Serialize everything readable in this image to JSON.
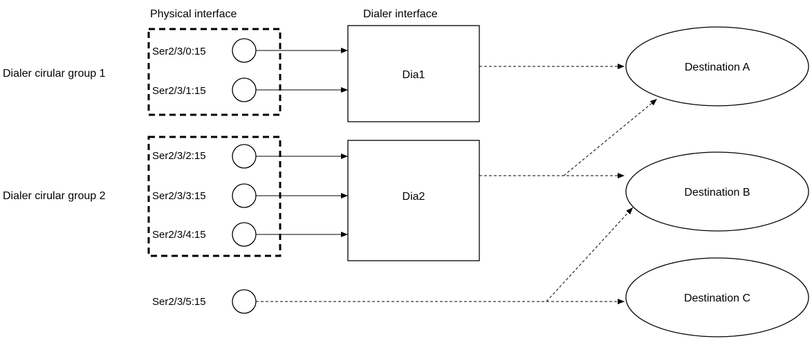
{
  "headers": {
    "physical": "Physical interface",
    "dialer": "Dialer interface"
  },
  "groups": [
    {
      "label": "Dialer cirular group 1"
    },
    {
      "label": "Dialer cirular group 2"
    }
  ],
  "ports": [
    {
      "label": "Ser2/3/0:15"
    },
    {
      "label": "Ser2/3/1:15"
    },
    {
      "label": "Ser2/3/2:15"
    },
    {
      "label": "Ser2/3/3:15"
    },
    {
      "label": "Ser2/3/4:15"
    },
    {
      "label": "Ser2/3/5:15"
    }
  ],
  "dialers": [
    {
      "label": "Dia1"
    },
    {
      "label": "Dia2"
    }
  ],
  "destinations": [
    {
      "label": "Destination A"
    },
    {
      "label": "Destination B"
    },
    {
      "label": "Destination C"
    }
  ]
}
